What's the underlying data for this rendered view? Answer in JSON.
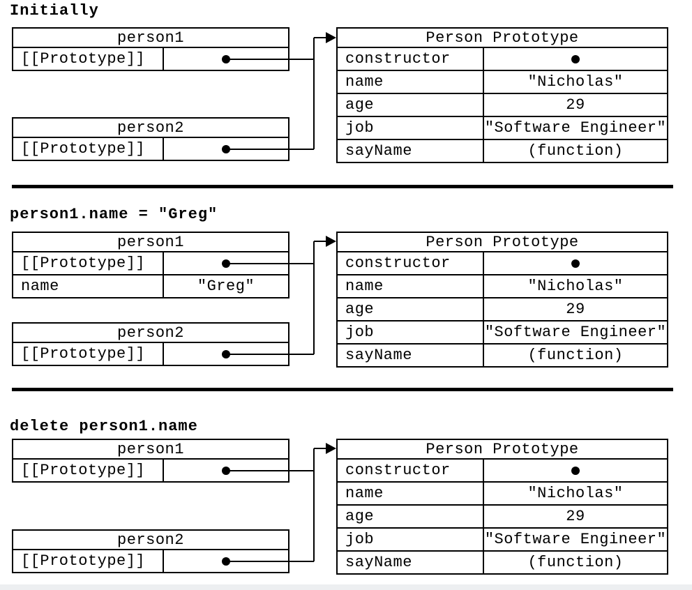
{
  "colors": {
    "line": "#000000",
    "background": "#ffffff",
    "footer_strip": "#edeff1"
  },
  "icons": {
    "pointer": "pointer-dot (filled black circle pointing via arrow to Person Prototype)"
  },
  "sections": [
    {
      "heading": "Initially",
      "person1": {
        "title": "person1",
        "rows": [
          {
            "label": "[[Prototype]]",
            "value": "",
            "value_icon": "pointer-dot"
          }
        ]
      },
      "person2": {
        "title": "person2",
        "rows": [
          {
            "label": "[[Prototype]]",
            "value": "",
            "value_icon": "pointer-dot"
          }
        ]
      },
      "prototype": {
        "title": "Person Prototype",
        "rows": [
          {
            "label": "constructor",
            "value": "",
            "value_icon": "pointer-dot"
          },
          {
            "label": "name",
            "value": "\"Nicholas\""
          },
          {
            "label": "age",
            "value": "29"
          },
          {
            "label": "job",
            "value": "\"Software Engineer\""
          },
          {
            "label": "sayName",
            "value": "(function)"
          }
        ]
      }
    },
    {
      "heading": "person1.name = \"Greg\"",
      "person1": {
        "title": "person1",
        "rows": [
          {
            "label": "[[Prototype]]",
            "value": "",
            "value_icon": "pointer-dot"
          },
          {
            "label": "name",
            "value": "\"Greg\""
          }
        ]
      },
      "person2": {
        "title": "person2",
        "rows": [
          {
            "label": "[[Prototype]]",
            "value": "",
            "value_icon": "pointer-dot"
          }
        ]
      },
      "prototype": {
        "title": "Person Prototype",
        "rows": [
          {
            "label": "constructor",
            "value": "",
            "value_icon": "pointer-dot"
          },
          {
            "label": "name",
            "value": "\"Nicholas\""
          },
          {
            "label": "age",
            "value": "29"
          },
          {
            "label": "job",
            "value": "\"Software Engineer\""
          },
          {
            "label": "sayName",
            "value": "(function)"
          }
        ]
      }
    },
    {
      "heading": "delete person1.name",
      "person1": {
        "title": "person1",
        "rows": [
          {
            "label": "[[Prototype]]",
            "value": "",
            "value_icon": "pointer-dot"
          }
        ]
      },
      "person2": {
        "title": "person2",
        "rows": [
          {
            "label": "[[Prototype]]",
            "value": "",
            "value_icon": "pointer-dot"
          }
        ]
      },
      "prototype": {
        "title": "Person Prototype",
        "rows": [
          {
            "label": "constructor",
            "value": "",
            "value_icon": "pointer-dot"
          },
          {
            "label": "name",
            "value": "\"Nicholas\""
          },
          {
            "label": "age",
            "value": "29"
          },
          {
            "label": "job",
            "value": "\"Software Engineer\""
          },
          {
            "label": "sayName",
            "value": "(function)"
          }
        ]
      }
    }
  ]
}
